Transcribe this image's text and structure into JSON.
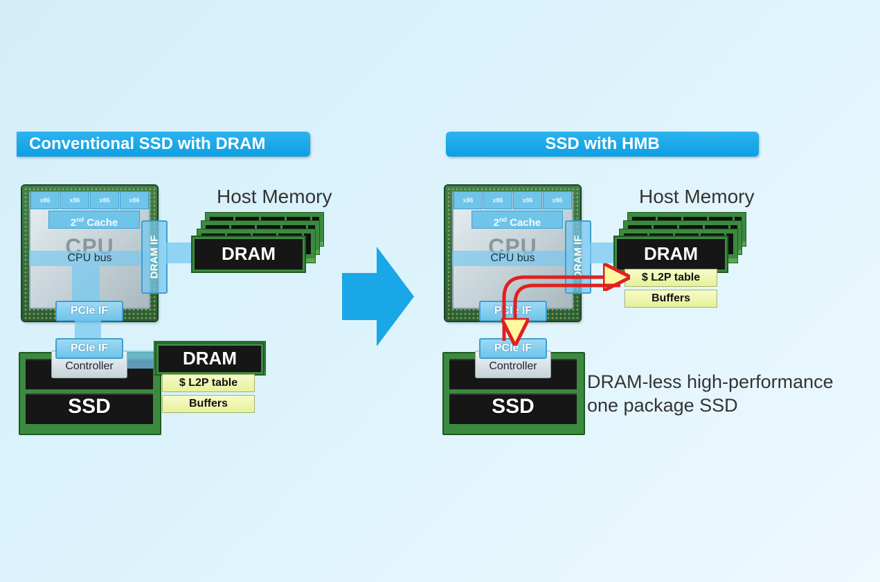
{
  "left": {
    "title": "Conventional SSD with DRAM",
    "host_memory": "Host Memory",
    "cpu": {
      "cores": [
        "x86",
        "x86",
        "x86",
        "x86"
      ],
      "cache_prefix": "2",
      "cache_sup": "nd",
      "cache_suffix": " Cache",
      "label": "CPU",
      "bus": "CPU bus",
      "dram_if": "DRAM IF",
      "pcie_if": "PCIe IF"
    },
    "host_dram": "DRAM",
    "ssd": {
      "pcie_if": "PCIe IF",
      "controller": "Controller",
      "label": "SSD",
      "dram": "DRAM",
      "l2p": "$ L2P table",
      "buffers": "Buffers"
    }
  },
  "right": {
    "title": "SSD with HMB",
    "host_memory": "Host Memory",
    "cpu": {
      "cores": [
        "x86",
        "x86",
        "x86",
        "x86"
      ],
      "cache_prefix": "2",
      "cache_sup": "nd",
      "cache_suffix": " Cache",
      "label": "CPU",
      "bus": "CPU bus",
      "dram_if": "DRAM IF",
      "pcie_if": "PCIe IF"
    },
    "host_dram": "DRAM",
    "l2p": "$ L2P table",
    "buffers": "Buffers",
    "ssd": {
      "pcie_if": "PCIe IF",
      "controller": "Controller",
      "label": "SSD"
    },
    "caption_line1": "DRAM-less high-performance",
    "caption_line2": "one package SSD"
  },
  "colors": {
    "header": "#0d9fe4",
    "arrow": "#1aa7e8",
    "pcb_green": "#3c8a3f",
    "bus_blue": "#78c8f0",
    "data_path_red": "#e02020"
  }
}
